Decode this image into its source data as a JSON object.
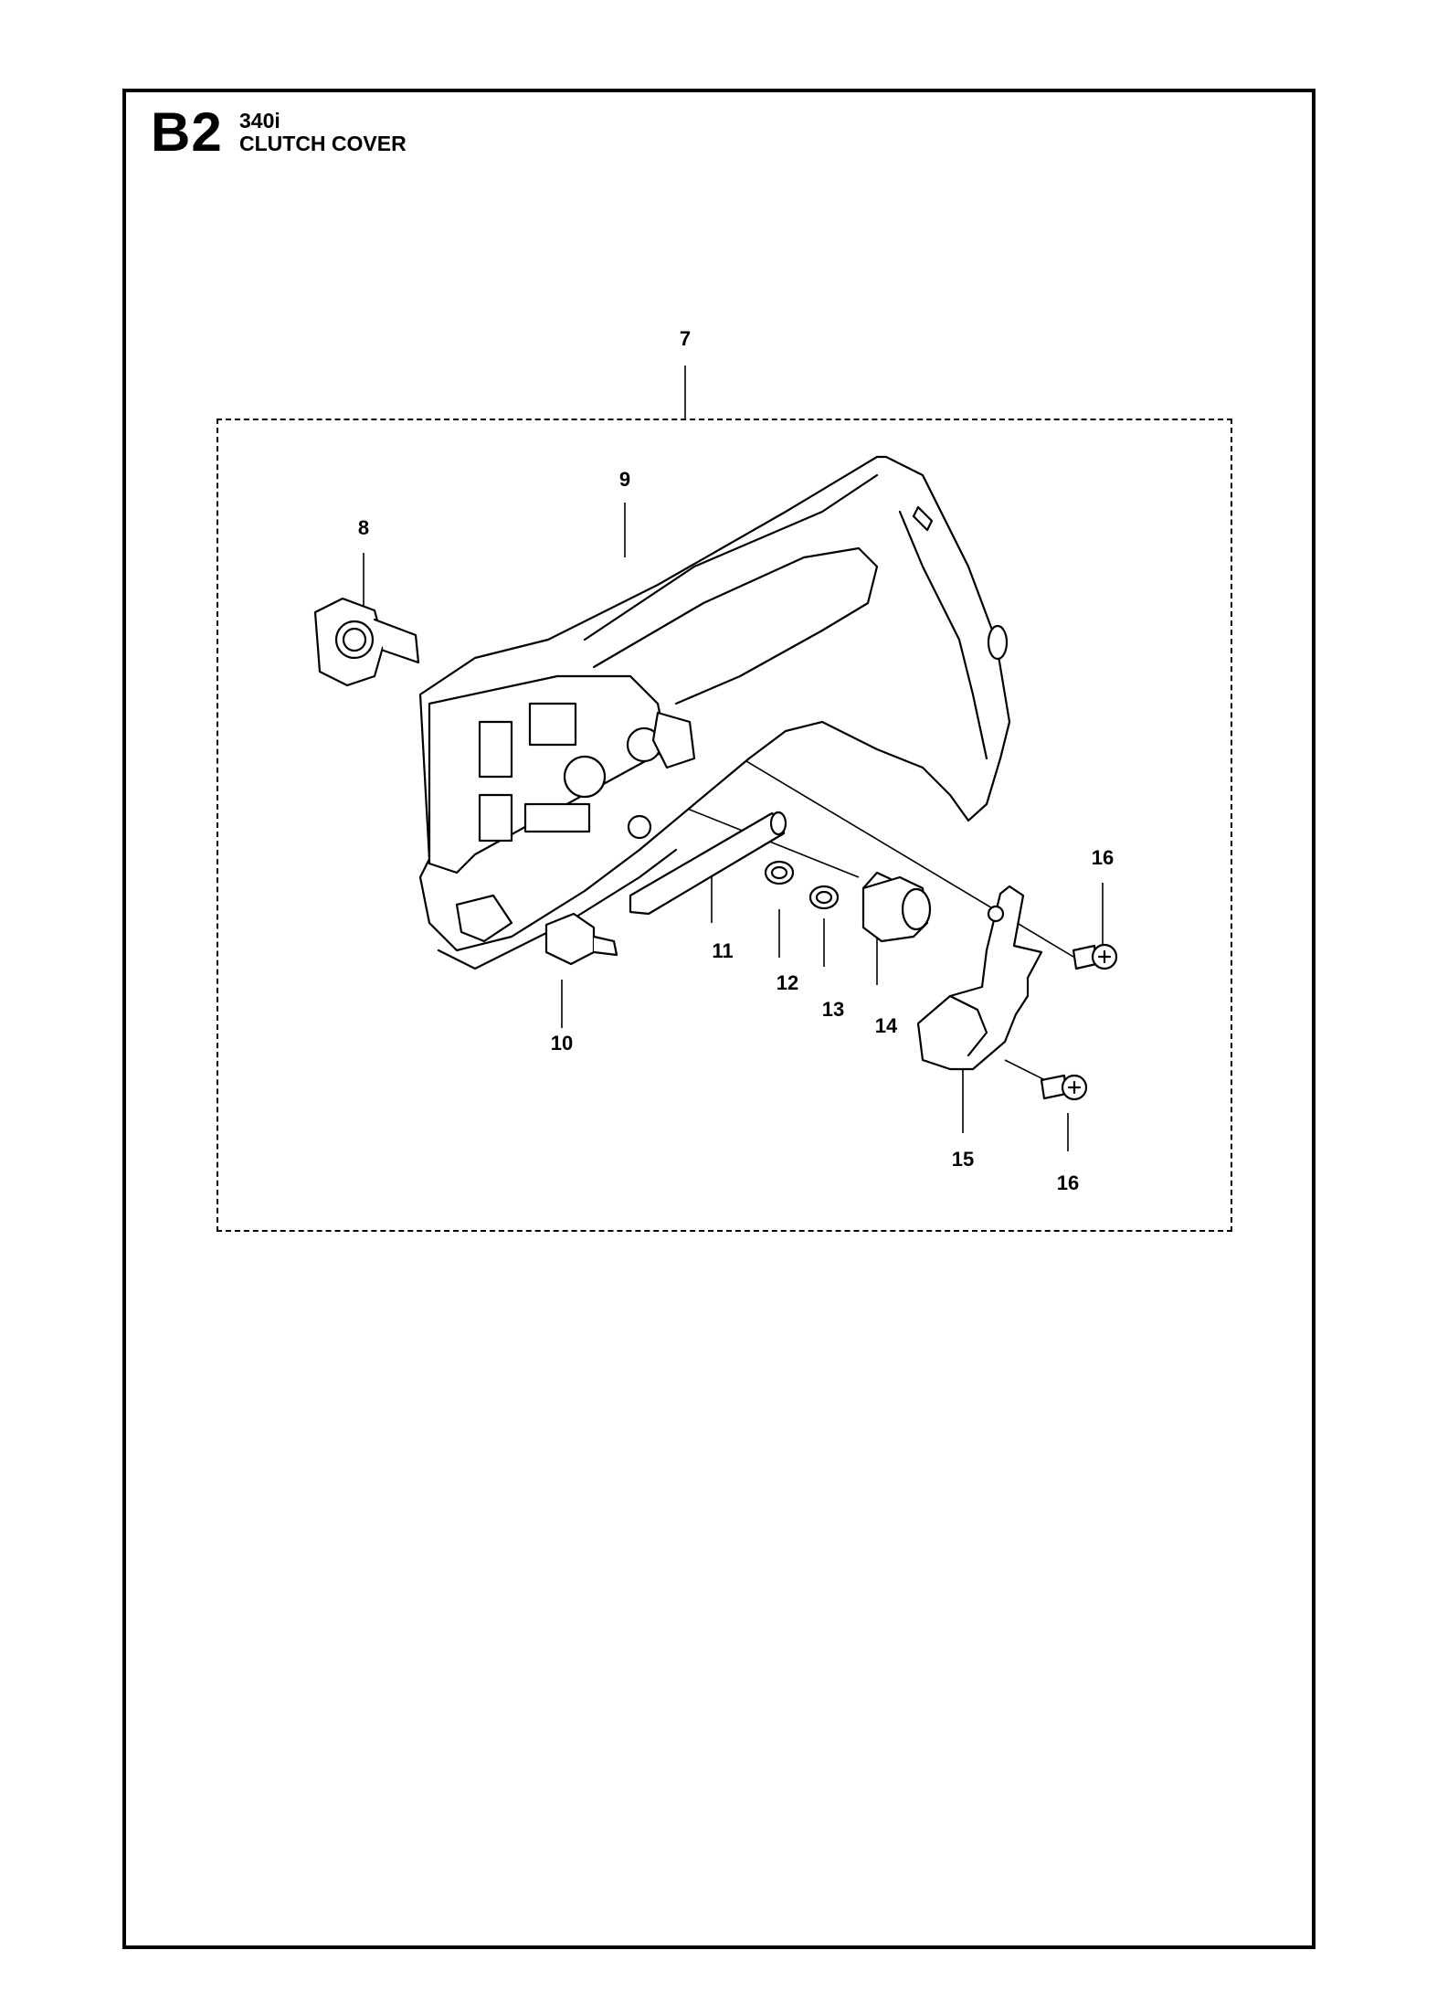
{
  "header": {
    "section_code": "B2",
    "model": "340i",
    "title": "CLUTCH COVER"
  },
  "callouts": [
    {
      "id": "7",
      "label": "7"
    },
    {
      "id": "8",
      "label": "8"
    },
    {
      "id": "9",
      "label": "9"
    },
    {
      "id": "10",
      "label": "10"
    },
    {
      "id": "11",
      "label": "11"
    },
    {
      "id": "12",
      "label": "12"
    },
    {
      "id": "13",
      "label": "13"
    },
    {
      "id": "14",
      "label": "14"
    },
    {
      "id": "15",
      "label": "15"
    },
    {
      "id": "16a",
      "label": "16"
    },
    {
      "id": "16b",
      "label": "16"
    }
  ]
}
